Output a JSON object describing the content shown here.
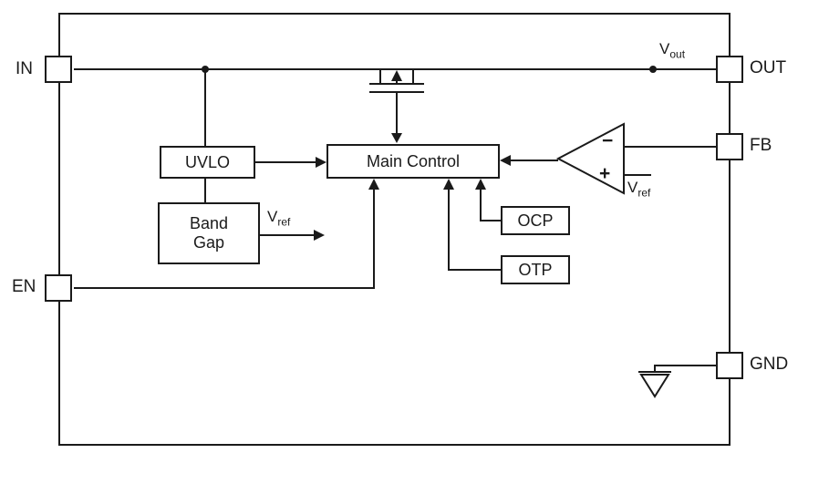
{
  "diagram": {
    "type": "block-diagram",
    "subject": "LDO regulator functional block diagram",
    "colors": {
      "line": "#1a1a1a",
      "background": "#ffffff",
      "box_fill": "#ffffff"
    },
    "pins": {
      "in": "IN",
      "out": "OUT",
      "fb": "FB",
      "gnd": "GND",
      "en": "EN"
    },
    "blocks": {
      "uvlo": "UVLO",
      "bandgap": {
        "line1": "Band",
        "line2": "Gap"
      },
      "main_control": "Main Control",
      "ocp": "OCP",
      "otp": "OTP"
    },
    "signals": {
      "vout": {
        "base": "V",
        "sub": "out"
      },
      "vref_bandgap": {
        "base": "V",
        "sub": "ref"
      },
      "vref_amplifier": {
        "base": "V",
        "sub": "ref"
      },
      "amp_minus": "−",
      "amp_plus": "+"
    }
  }
}
